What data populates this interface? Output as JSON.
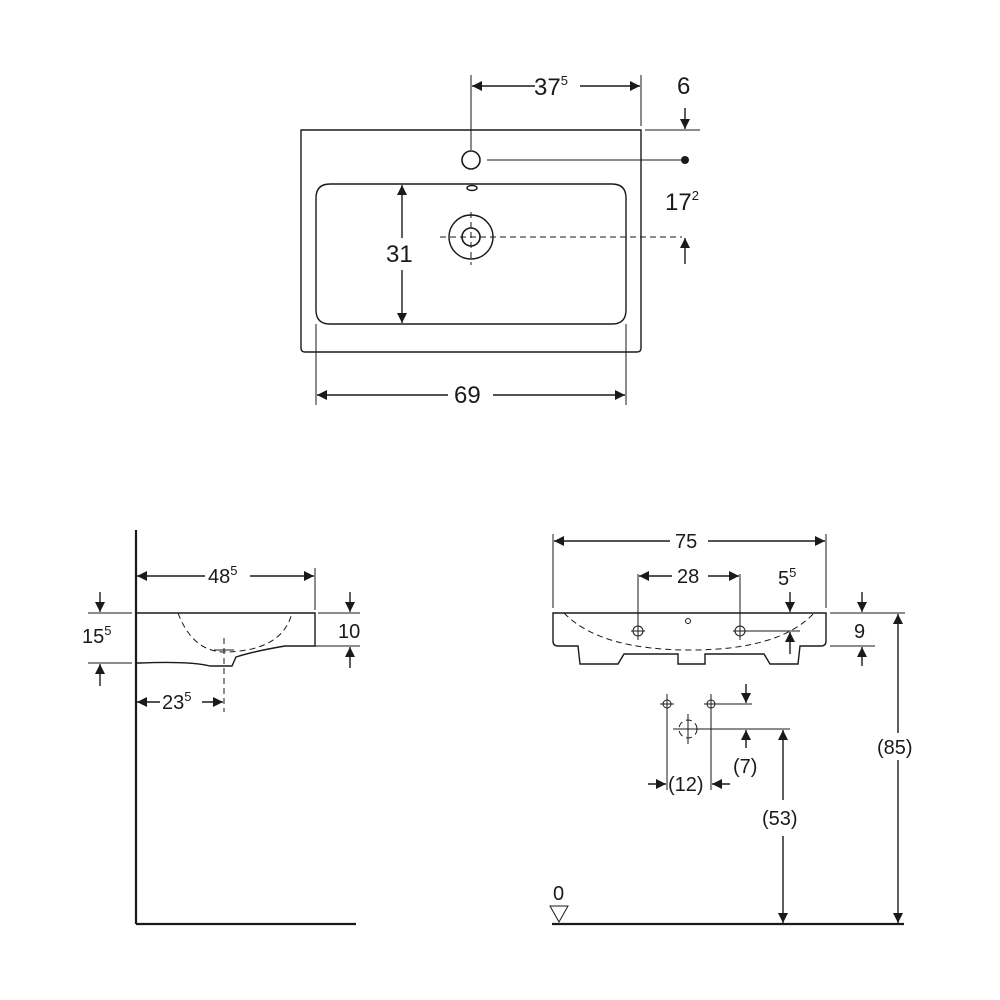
{
  "top_view": {
    "dim_hole_offset": {
      "base": "37",
      "sup": "5"
    },
    "dim_rim": "6",
    "dim_hole_depth": {
      "base": "17",
      "sup": "2"
    },
    "dim_basin_depth": "31",
    "dim_basin_width": "69"
  },
  "side_view": {
    "dim_depth": {
      "base": "48",
      "sup": "5"
    },
    "dim_total_height": {
      "base": "15",
      "sup": "5"
    },
    "dim_basin_height": "10",
    "dim_drain_offset": {
      "base": "23",
      "sup": "5"
    }
  },
  "front_view": {
    "dim_total_width": "75",
    "dim_tap_spacing": "28",
    "dim_tap_height": {
      "base": "5",
      "sup": "5"
    },
    "dim_height": "9",
    "dim_supply_spacing": "(12)",
    "dim_supply_offset": "(7)",
    "dim_drain_height": "(53)",
    "dim_mount_height": "(85)",
    "floor_label": "0"
  }
}
